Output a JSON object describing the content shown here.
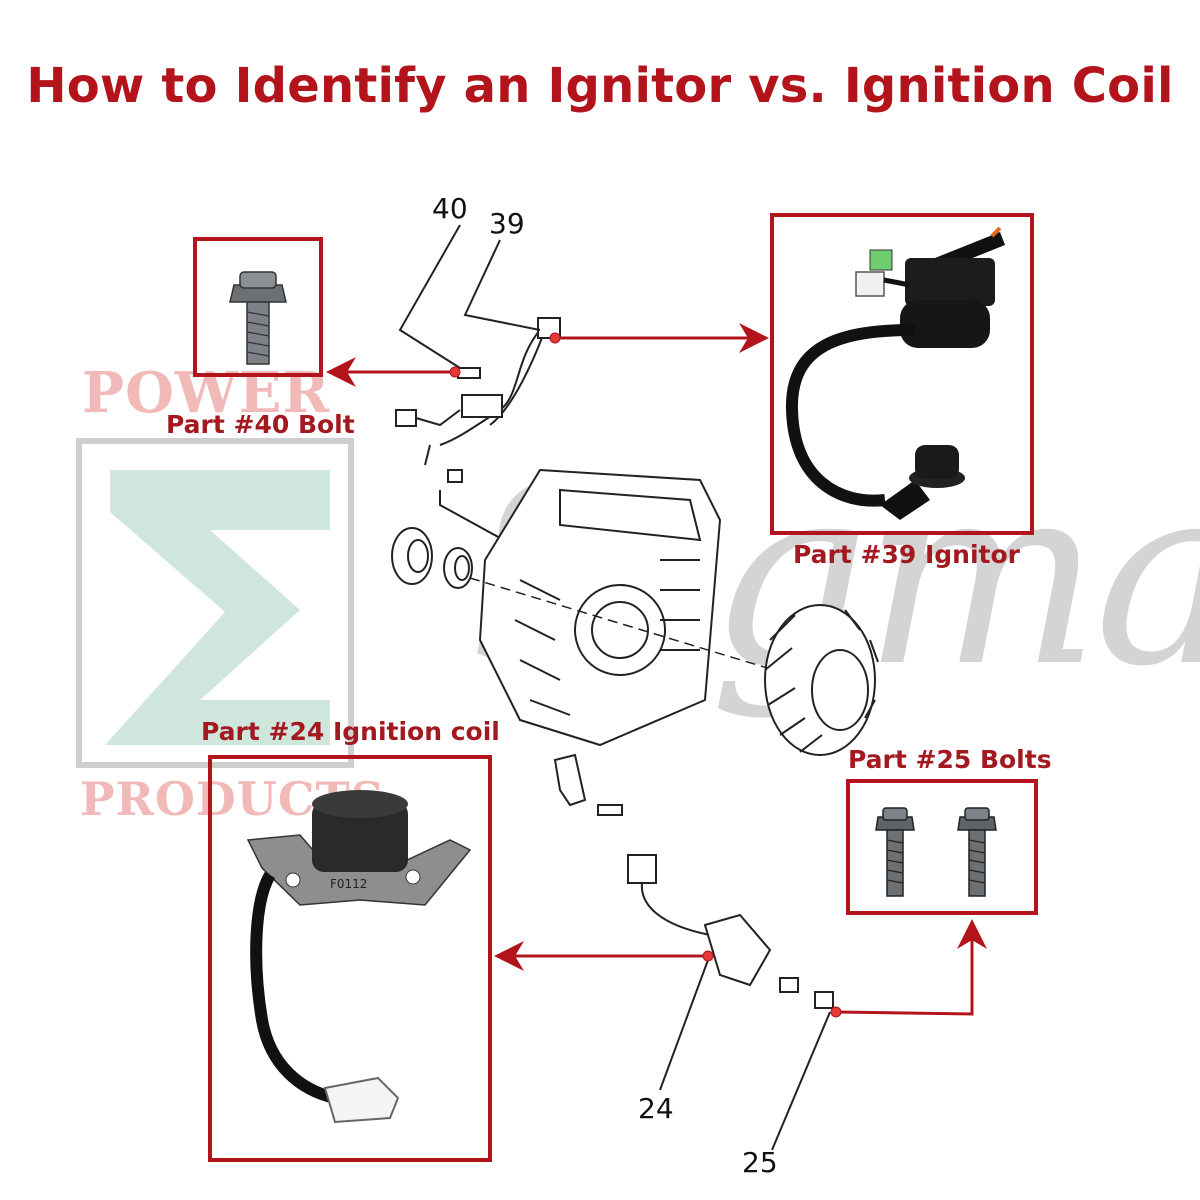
{
  "title": "How to Identify an Ignitor vs. Ignition Coil",
  "watermark": {
    "top_text": "POWER",
    "bottom_text": "PRODUCTS",
    "script_text": "Sigma",
    "symbol": "Σ"
  },
  "callouts": {
    "part40": {
      "label": "Part #40 Bolt",
      "number": "40"
    },
    "part39": {
      "label": "Part #39 Ignitor",
      "number": "39"
    },
    "part24": {
      "label": "Part #24 Ignition coil",
      "number": "24"
    },
    "part25": {
      "label": "Part #25 Bolts",
      "number": "25"
    }
  },
  "coil_stamp": "F0112",
  "colors": {
    "accent_red": "#b3141c",
    "label_red": "#a31920",
    "watermark_pink": "#f2b9b9",
    "watermark_green": "#cfe6dc",
    "watermark_gray": "#d4d4d4"
  }
}
